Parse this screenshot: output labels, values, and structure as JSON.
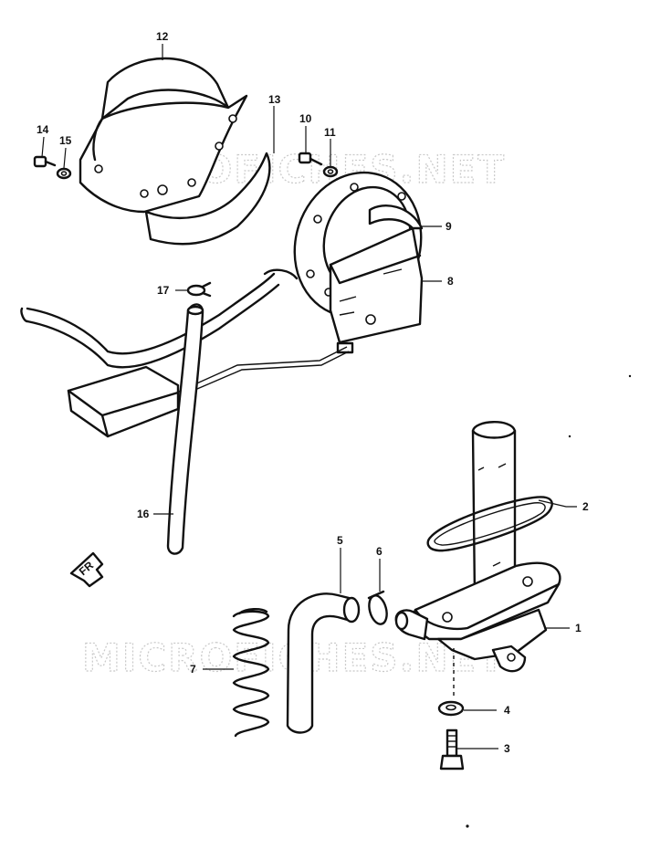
{
  "watermark": {
    "text": "MICROFICHES.NET"
  },
  "callouts": {
    "c1": "1",
    "c2": "2",
    "c3": "3",
    "c4": "4",
    "c5": "5",
    "c6": "6",
    "c7": "7",
    "c8": "8",
    "c9": "9",
    "c10": "10",
    "c11": "11",
    "c12": "12",
    "c13": "13",
    "c14": "14",
    "c15": "15",
    "c16": "16",
    "c17": "17"
  },
  "front_arrow": {
    "text": "FR"
  }
}
